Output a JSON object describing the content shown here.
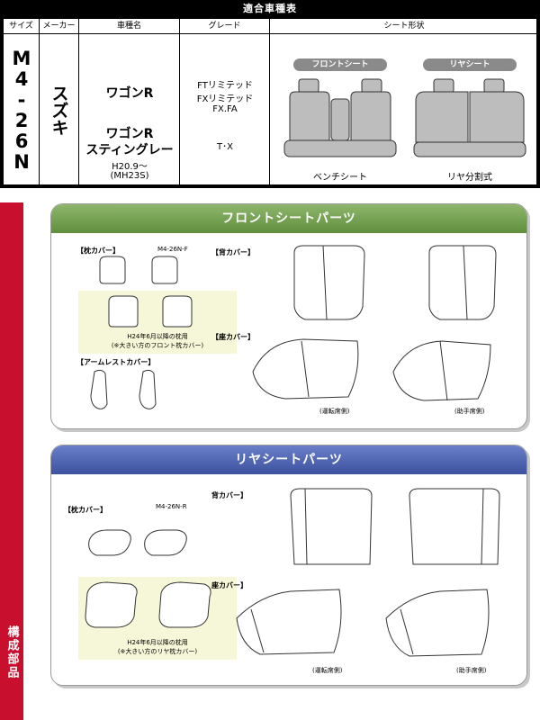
{
  "table": {
    "title": "適合車種表",
    "headers": {
      "size": "サイズ",
      "maker": "メーカー",
      "car": "車種名",
      "grade": "グレード",
      "shape": "シート形状"
    },
    "size_code": "M4-26N",
    "maker": "スズキ",
    "car_name_1": "ワゴンR",
    "car_name_2_line1": "ワゴンR",
    "car_name_2_line2": "スティングレー",
    "year": "H20.9〜",
    "model": "(MH23S)",
    "grades": [
      "FTリミテッド",
      "FXリミテッド",
      "FX.FA",
      "T･X"
    ],
    "front_label": "フロントシート",
    "rear_label": "リヤシート",
    "front_type": "ベンチシート",
    "rear_type": "リヤ分割式"
  },
  "sidebar": {
    "label": "構成部品"
  },
  "front_parts": {
    "title": "フロントシートパーツ",
    "headrest_label": "【枕カバー】",
    "code": "M4-26N-F",
    "note_line1": "H24年6月以降の枕用",
    "note_line2": "(※大きい方のフロント枕カバー)",
    "armrest_label": "【アームレストカバー】",
    "back_label": "【背カバー】",
    "seat_label": "【座カバー】",
    "driver_caption": "(運転席側)",
    "passenger_caption": "(助手席側)"
  },
  "rear_parts": {
    "title": "リヤシートパーツ",
    "headrest_label": "【枕カバー】",
    "code": "M4-26N-R",
    "note_line1": "H24年6月以降の枕用",
    "note_line2": "(※大きい方のリヤ枕カバー)",
    "back_label": "背カバー】",
    "seat_label": "座カバー】",
    "driver_caption": "(運転席側)",
    "passenger_caption": "(助手席側)"
  },
  "colors": {
    "front_header": "#6f9b4a",
    "rear_header": "#4a5fb0",
    "sidebar": "#c8102e",
    "note_bg": "#f6f6d8"
  }
}
